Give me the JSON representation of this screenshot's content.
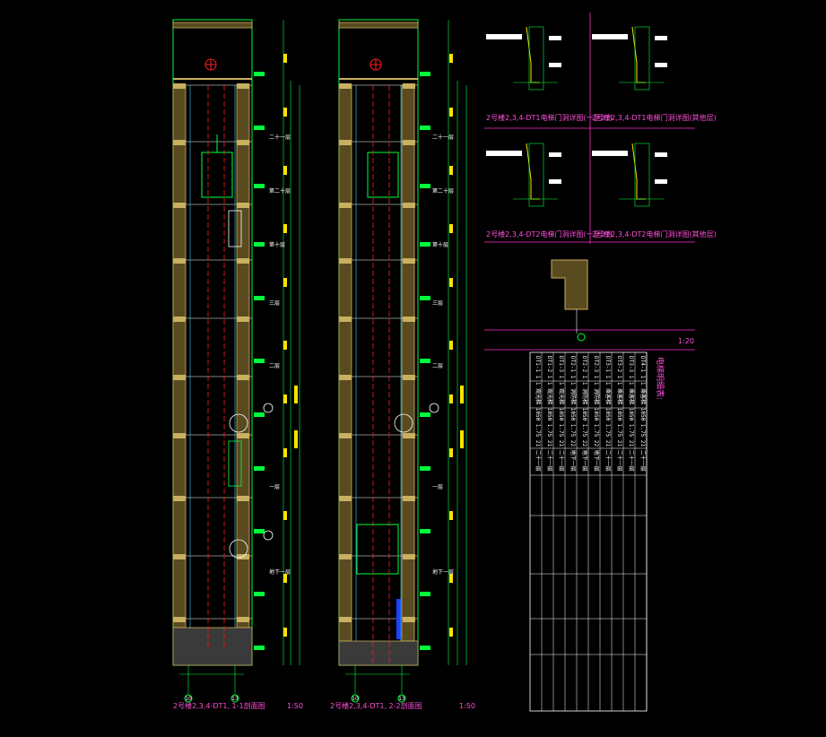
{
  "colors": {
    "background": "#000000",
    "wall": "#c8b060",
    "wall_fill": "#5a4a20",
    "green": "#00ff3c",
    "magenta": "#ff2fd0",
    "red": "#ff2020",
    "cyan": "#39d7ff",
    "yellow": "#ffe100",
    "white": "#ffffff",
    "blue": "#2040ff"
  },
  "sections": [
    {
      "title": "2号楼2,3,4-DT1, 1-1剖面图",
      "scale": "1:50",
      "axis_left": "10",
      "axis_right": "13"
    },
    {
      "title": "2号楼2,3,4-DT1, 2-2剖面图",
      "scale": "1:50",
      "axis_left": "10",
      "axis_right": "13"
    }
  ],
  "level_labels": [
    "二十一层",
    "第二十层",
    "第十层",
    "三层",
    "二层",
    "一层",
    "地下一层"
  ],
  "details": [
    {
      "caption": "2号楼2,3,4-DT1电梯门洞详图(一至21)"
    },
    {
      "caption": "2号楼2,3,4-DT1电梯门洞详图(其他层)"
    },
    {
      "caption": "2号楼2,3,4-DT2电梯门洞详图(一至21)"
    },
    {
      "caption": "2号楼2,3,4-DT2电梯门洞详图(其他层)"
    }
  ],
  "detail_scale": "1:20",
  "table": {
    "title": "电梯明细表:",
    "rows": [
      "DT1-1 1 1 观光梯 1050 1.75 21 二十一层",
      "DT1-2 1 1 观光梯 1050 1.75 21 二十一层",
      "DT1-3 1 1 观光梯 1050 1.75 21 二十一层",
      "DT2-1 1 1 消防梯 1050 1.75 22 地下一层",
      "DT2-2 1 1 消防梯 1050 1.75 22 地下一层",
      "DT2-3 1 1 消防梯 1050 1.75 22 地下一层",
      "DT3-1 1 1 乘客梯 1050 1.75 21 二十一层",
      "DT3-2 1 1 乘客梯 1050 1.75 21 二十一层",
      "DT3-3 1 1 乘客梯 1050 1.75 21 二十一层",
      "DT4-1 1 1 乘客梯 1050 1.75 21 二十一层"
    ]
  }
}
